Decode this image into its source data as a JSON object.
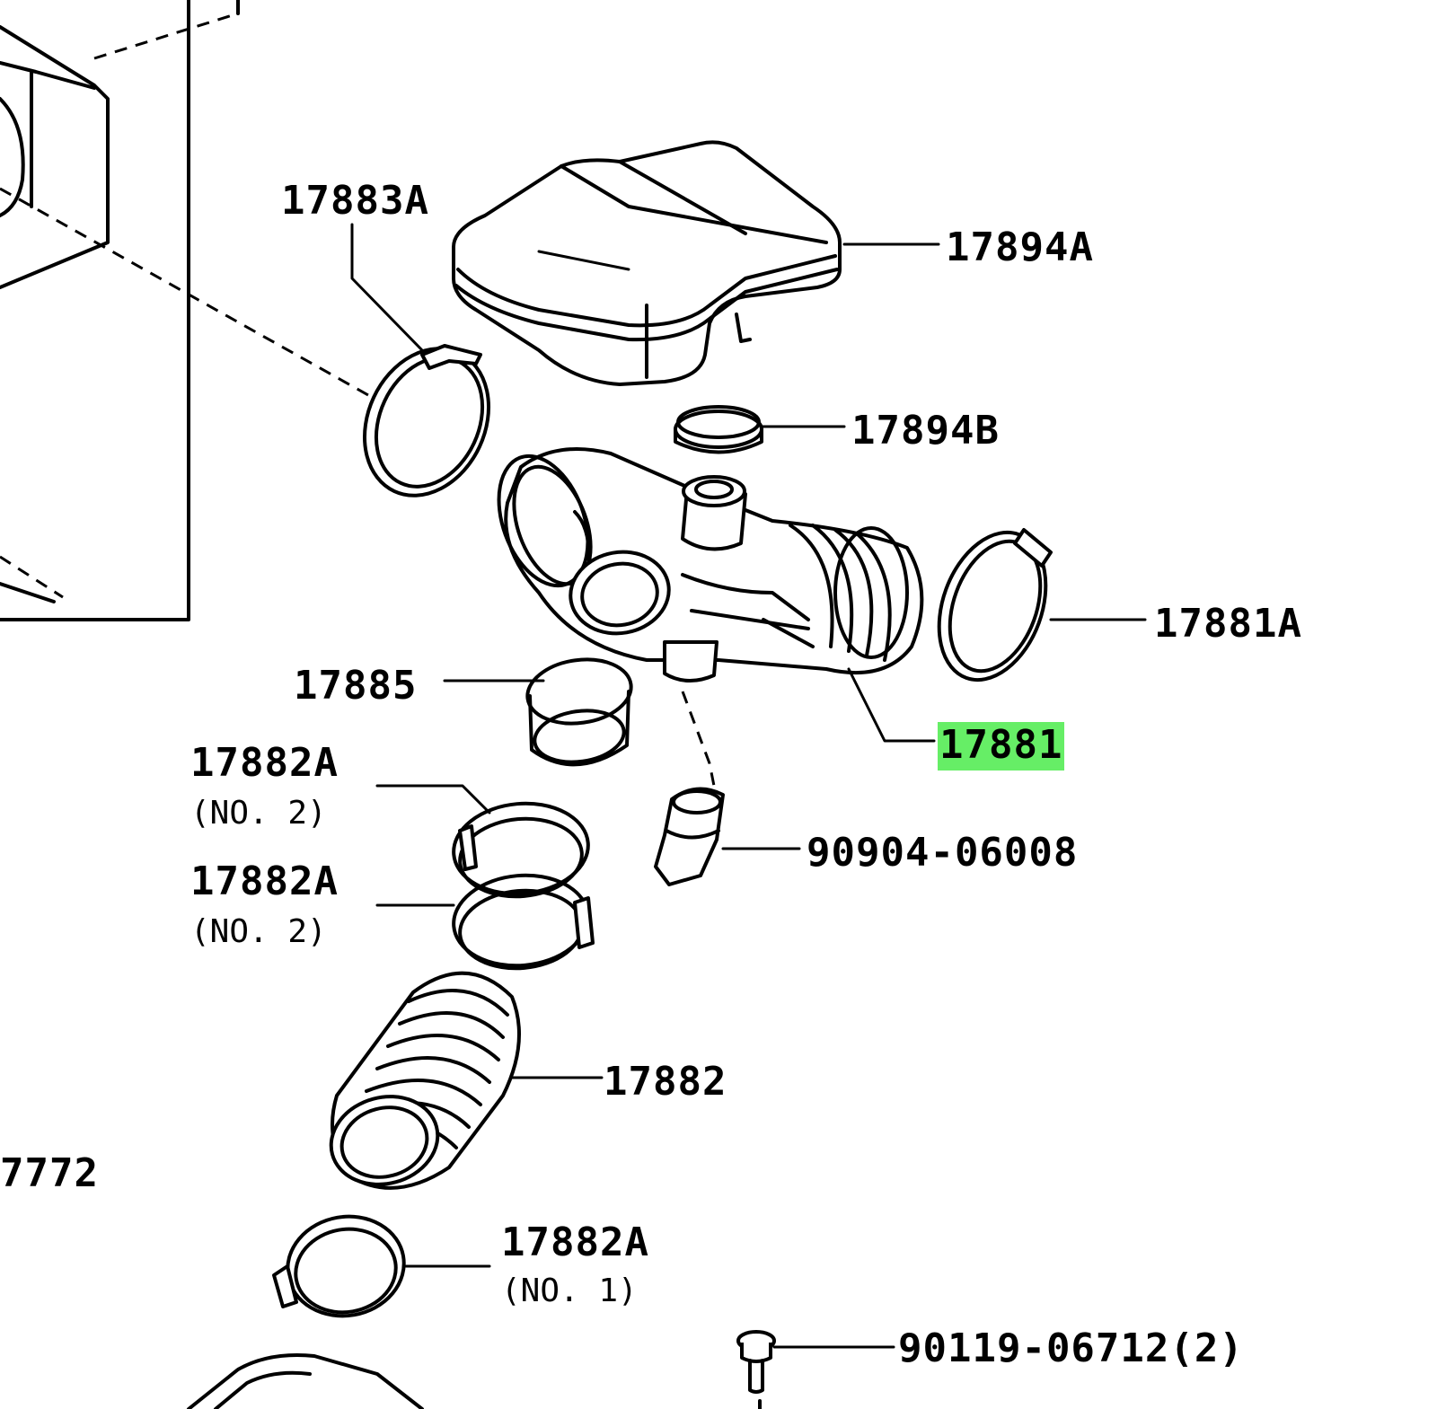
{
  "highlight_color": "#66ee66",
  "callouts": {
    "p17883A": "17883A",
    "p17894A": "17894A",
    "p17894B": "17894B",
    "p17881A": "17881A",
    "p17885": "17885",
    "p17881": "17881",
    "p17882A_a": "17882A",
    "p17882A_a_sub": "(NO. 2)",
    "p17882A_b": "17882A",
    "p17882A_b_sub": "(NO. 2)",
    "p90904": "90904-06008",
    "p17882": "17882",
    "p17882A_c": "17882A",
    "p17882A_c_sub": "(NO. 1)",
    "p90119": "90119-06712(2)",
    "partial_left": "7772"
  }
}
